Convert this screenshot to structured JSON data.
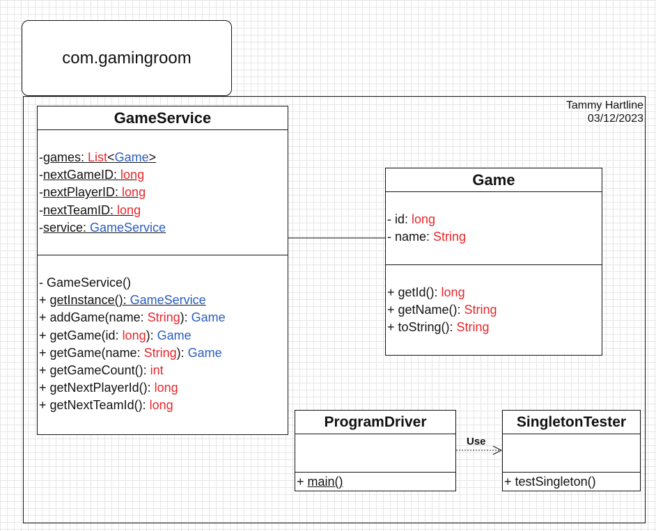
{
  "package": {
    "name": "com.gamingroom"
  },
  "author": {
    "name": "Tammy Hartline",
    "date": "03/12/2023"
  },
  "game_service": {
    "title": "GameService",
    "attributes": [
      {
        "prefix": "-",
        "name": "games: ",
        "type_a": "List",
        "lt": "<",
        "type_b": "Game",
        "gt": ">"
      },
      {
        "prefix": "-",
        "name": "nextGameID: ",
        "type": "long"
      },
      {
        "prefix": "-",
        "name": "nextPlayerID: ",
        "type": "long"
      },
      {
        "prefix": "-",
        "name": "nextTeamID: ",
        "type": "long"
      },
      {
        "prefix": "-",
        "name": "service: ",
        "type": "GameService"
      }
    ],
    "methods": [
      {
        "text": "- GameService()"
      },
      {
        "prefix": "+ ",
        "name": "getInstance(): ",
        "type": "GameService"
      },
      {
        "prefix": "+ addGame(name: ",
        "param": "String",
        "mid": "): ",
        "ret": "Game"
      },
      {
        "prefix": "+ getGame(id: ",
        "param": "long",
        "mid": "): ",
        "ret": "Game"
      },
      {
        "prefix": "+ getGame(name: ",
        "param": "String",
        "mid": "): ",
        "ret": "Game"
      },
      {
        "prefix": "+ getGameCount(): ",
        "ret": "int"
      },
      {
        "prefix": "+ getNextPlayerId(): ",
        "ret": "long"
      },
      {
        "prefix": "+ getNextTeamId(): ",
        "ret": "long"
      }
    ]
  },
  "game": {
    "title": "Game",
    "attributes": [
      {
        "prefix": "- id: ",
        "type": "long"
      },
      {
        "prefix": "- name: ",
        "type": "String"
      }
    ],
    "methods": [
      {
        "prefix": "+ getId(): ",
        "type": "long"
      },
      {
        "prefix": "+ getName(): ",
        "type": "String"
      },
      {
        "prefix": "+ toString(): ",
        "type": "String"
      }
    ]
  },
  "program_driver": {
    "title": "ProgramDriver",
    "methods": [
      {
        "prefix": "+ ",
        "name": "main()"
      }
    ]
  },
  "singleton_tester": {
    "title": "SingletonTester",
    "methods": [
      {
        "text": "+ testSingleton()"
      }
    ]
  },
  "relation": {
    "label": "Use"
  },
  "colors": {
    "type_red": "#e8262b",
    "type_blue": "#2a5cbf"
  }
}
